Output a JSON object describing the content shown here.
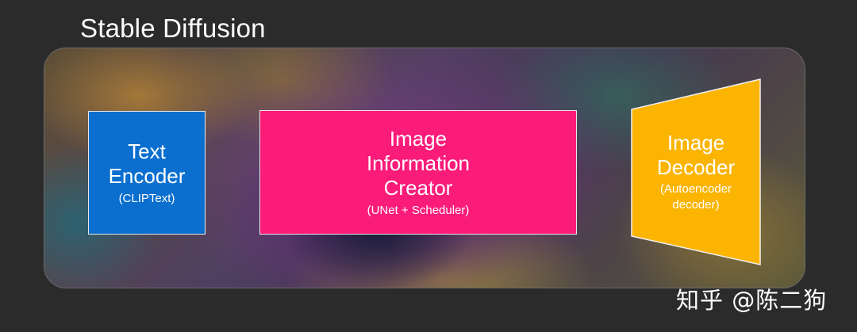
{
  "title": "Stable Diffusion",
  "blocks": {
    "text_encoder": {
      "label": "Text\nEncoder",
      "sublabel": "(CLIPText)",
      "color": "#0a6fcf"
    },
    "info_creator": {
      "label": "Image\nInformation\nCreator",
      "sublabel": "(UNet + Scheduler)",
      "color": "#fb1b79"
    },
    "image_decoder": {
      "label": "Image\nDecoder",
      "sublabel": "(Autoencoder\ndecoder)",
      "color": "#fbb400"
    }
  },
  "watermark": "知乎 @陈二狗"
}
